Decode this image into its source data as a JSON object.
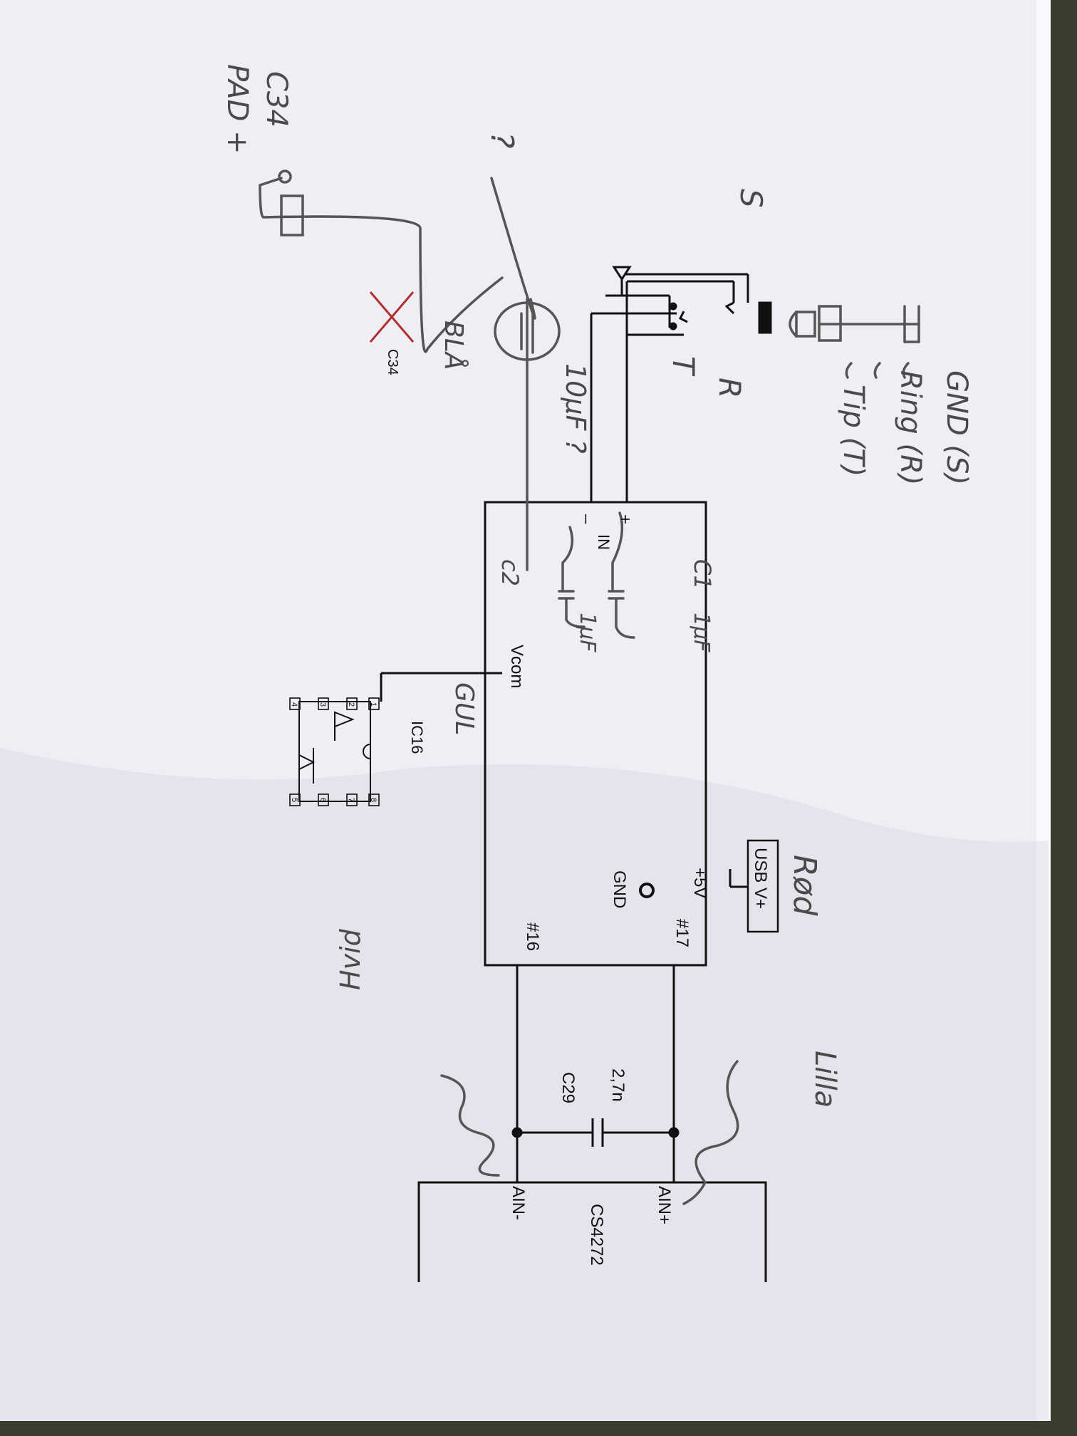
{
  "connector": {
    "labels": {
      "gnd": "GND (S)",
      "ring": "Ring (R)",
      "tip": "Tip (T)"
    },
    "jack_pins": {
      "s": "S",
      "r": "R",
      "t": "T"
    }
  },
  "capacitor_note": "10μF ?",
  "wires": {
    "blue": "BLÅ",
    "yellow": "GUL",
    "red": "Rød",
    "purple": "Lilla",
    "white": "Hvid"
  },
  "c34_note": {
    "ref": "C34",
    "pad": "PAD +",
    "question": "?"
  },
  "crossed_label": "C34",
  "module": {
    "in_label": "IN",
    "in_plus": "+",
    "in_minus": "–",
    "c1": "C1",
    "c1_value": "1μF",
    "c2": "c2",
    "c2_value": "1μF",
    "vcom": "Vcom",
    "v5": "+5V",
    "gnd": "GND",
    "pin17": "#17",
    "pin16": "#16"
  },
  "usb_box": "USB V+",
  "ic16": {
    "label": "IC16",
    "pins": [
      "1",
      "2",
      "3",
      "4",
      "5",
      "6",
      "7",
      "8"
    ]
  },
  "c29": {
    "value": "2,7n",
    "ref": "C29"
  },
  "cs4272": {
    "name": "CS4272",
    "ain_plus": "AIN+",
    "ain_minus": "AIN-"
  },
  "colors": {
    "paper": "#eeeef4",
    "ink": "#111111",
    "pencil": "#555555",
    "cross": "#b03030",
    "background": "#3a3d2e"
  }
}
